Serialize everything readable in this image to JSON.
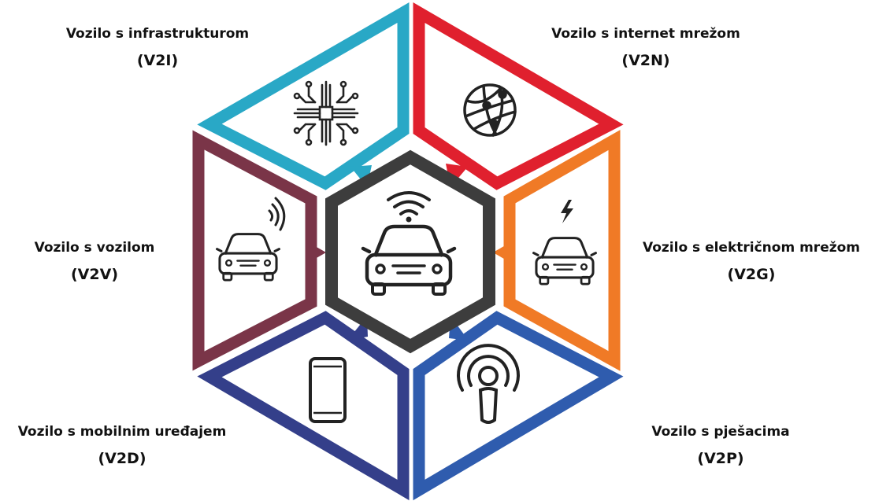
{
  "labels": {
    "v2i": {
      "name": "Vozilo s infrastrukturom",
      "code": "(V2I)"
    },
    "v2n": {
      "name": "Vozilo s internet mrežom",
      "code": "(V2N)"
    },
    "v2v": {
      "name": "Vozilo s vozilom",
      "code": "(V2V)"
    },
    "v2g": {
      "name": "Vozilo s električnom mrežom",
      "code": "(V2G)"
    },
    "v2d": {
      "name": "Vozilo s mobilnim uređajem",
      "code": "(V2D)"
    },
    "v2p": {
      "name": "Vozilo s pješacima",
      "code": "(V2P)"
    }
  },
  "colors": {
    "v2i": "#29a8c6",
    "v2n": "#e0202e",
    "v2v": "#7a3548",
    "v2g": "#f07a26",
    "v2d": "#343f8a",
    "v2p": "#2f5cae",
    "center": "#3d3d3d",
    "icon": "#222222"
  },
  "icons": {
    "center": "car-wifi-icon",
    "v2i": "circuit-icon",
    "v2n": "globe-network-icon",
    "v2v": "car-signal-icon",
    "v2g": "car-charging-icon",
    "v2d": "smartphone-icon",
    "v2p": "pedestrian-signal-icon"
  }
}
